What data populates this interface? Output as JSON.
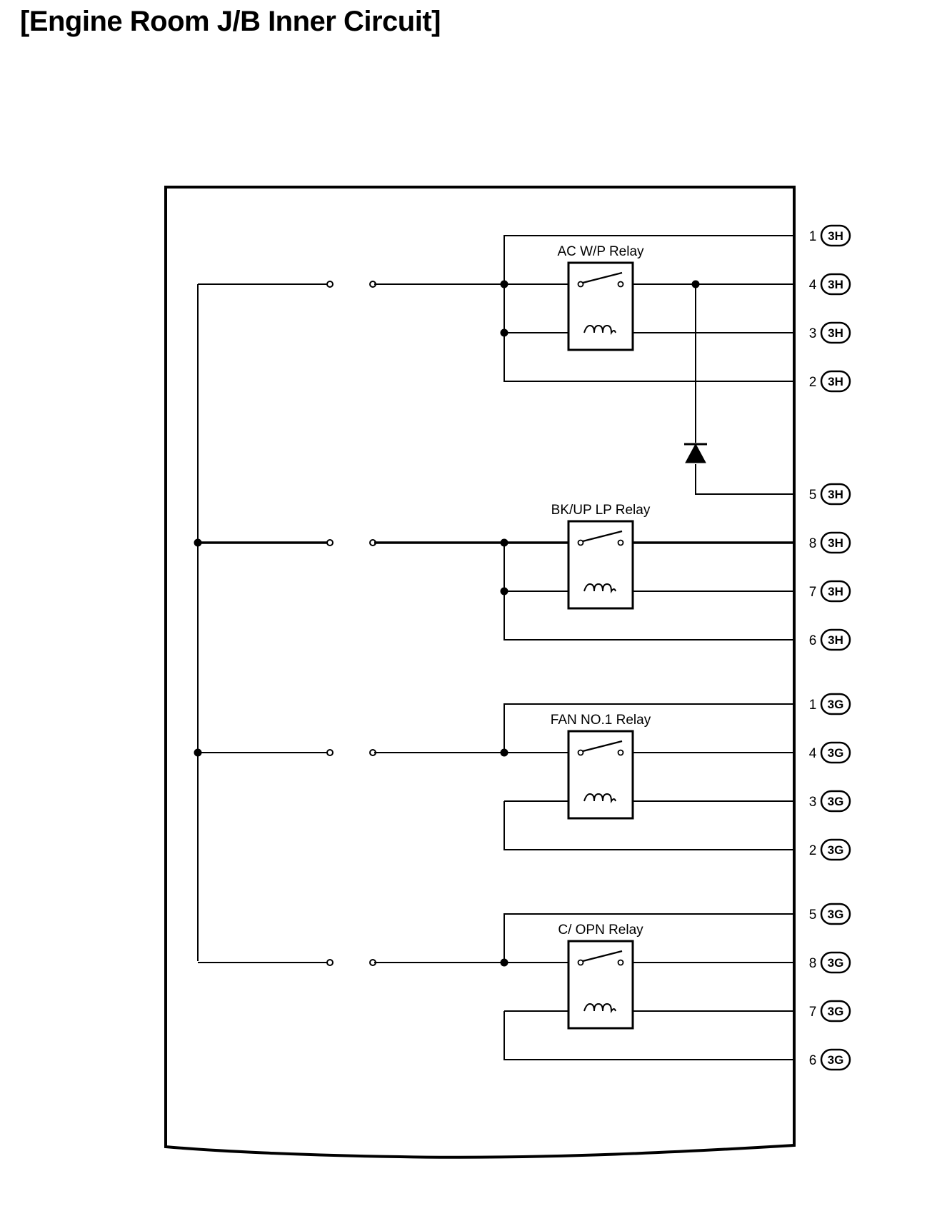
{
  "title": "[Engine Room J/B Inner Circuit]",
  "colors": {
    "line": "#000000",
    "background": "#ffffff"
  },
  "relays": [
    {
      "name": "AC W/P Relay"
    },
    {
      "name": "BK/UP LP Relay"
    },
    {
      "name": "FAN NO.1 Relay"
    },
    {
      "name": "C/ OPN Relay"
    }
  ],
  "terminals": [
    {
      "pin": "1",
      "connector": "3H"
    },
    {
      "pin": "4",
      "connector": "3H"
    },
    {
      "pin": "3",
      "connector": "3H"
    },
    {
      "pin": "2",
      "connector": "3H"
    },
    {
      "pin": "5",
      "connector": "3H"
    },
    {
      "pin": "8",
      "connector": "3H"
    },
    {
      "pin": "7",
      "connector": "3H"
    },
    {
      "pin": "6",
      "connector": "3H"
    },
    {
      "pin": "1",
      "connector": "3G"
    },
    {
      "pin": "4",
      "connector": "3G"
    },
    {
      "pin": "3",
      "connector": "3G"
    },
    {
      "pin": "2",
      "connector": "3G"
    },
    {
      "pin": "5",
      "connector": "3G"
    },
    {
      "pin": "8",
      "connector": "3G"
    },
    {
      "pin": "7",
      "connector": "3G"
    },
    {
      "pin": "6",
      "connector": "3G"
    }
  ],
  "icons": {
    "coil": "relay-coil-icon",
    "switch": "relay-switch-icon",
    "diode": "diode-icon"
  }
}
